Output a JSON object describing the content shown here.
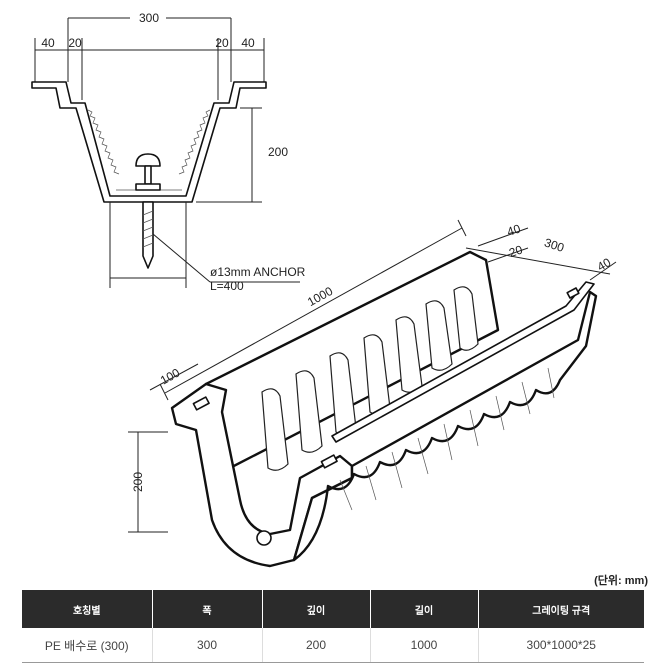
{
  "drawing": {
    "section": {
      "width_total": "300",
      "flange_left": "40",
      "step_left": "20",
      "step_right": "20",
      "flange_right": "40",
      "depth": "200",
      "anchor_label_1": "ø13mm ANCHOR",
      "anchor_label_2": "L=400"
    },
    "isometric": {
      "length": "1000",
      "end_width": "100",
      "height": "200",
      "top_flange": "40",
      "top_step": "20",
      "top_width": "300",
      "top_flange_right": "40"
    }
  },
  "unit_note": "(단위: mm)",
  "spec_table": {
    "headers": [
      "호칭별",
      "폭",
      "깊이",
      "길이",
      "그레이팅 규격"
    ],
    "rows": [
      [
        "PE 배수로 (300)",
        "300",
        "200",
        "1000",
        "300*1000*25"
      ]
    ]
  }
}
